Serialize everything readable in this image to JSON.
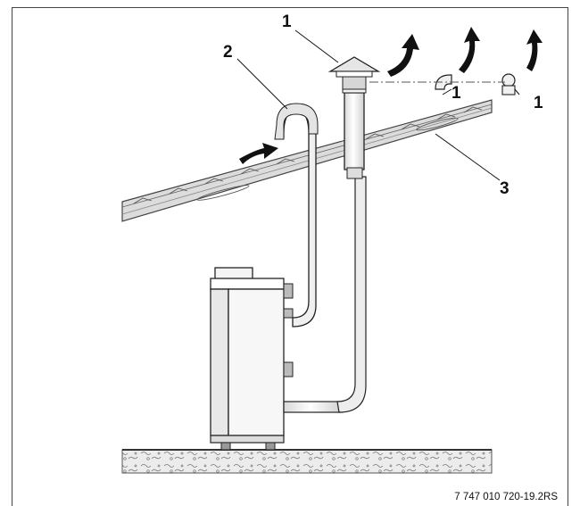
{
  "figure": {
    "reference": "7 747 010 720-19.2RS",
    "callouts": {
      "terminal_main": "1",
      "elbow_terminal": "1",
      "tee_terminal": "1",
      "intake_pipe": "2",
      "roof": "3"
    },
    "icons": [
      "airflow-arrow-icon",
      "vent-cap-icon",
      "elbow-terminal-icon",
      "tee-terminal-icon",
      "boiler-unit",
      "floor-slab"
    ]
  }
}
